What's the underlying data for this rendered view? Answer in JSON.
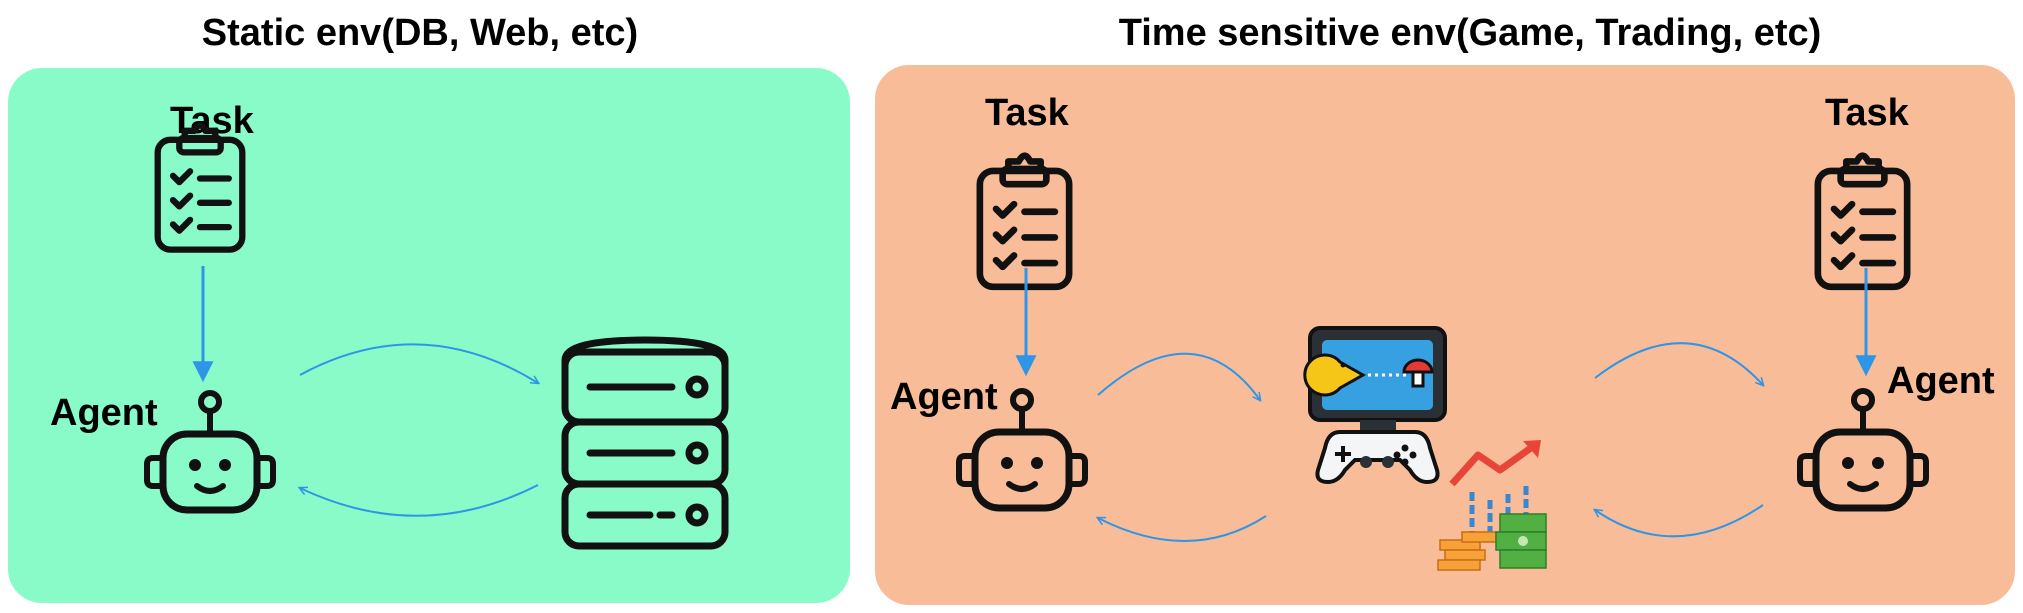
{
  "static_panel": {
    "title": "Static env(DB, Web, etc)",
    "task_label": "Task",
    "agent_label": "Agent",
    "color": "#88fbc8"
  },
  "time_panel": {
    "title": "Time sensitive env(Game, Trading, etc)",
    "left_task_label": "Task",
    "left_agent_label": "Agent",
    "right_task_label": "Task",
    "right_agent_label": "Agent",
    "color": "#f8bd98"
  },
  "icons": {
    "task": "clipboard-checklist-icon",
    "agent": "robot-head-icon",
    "database": "database-icon",
    "game": "game-console-icon",
    "trading": "trading-chart-money-icon"
  },
  "arrow_color": "#2f95e6"
}
